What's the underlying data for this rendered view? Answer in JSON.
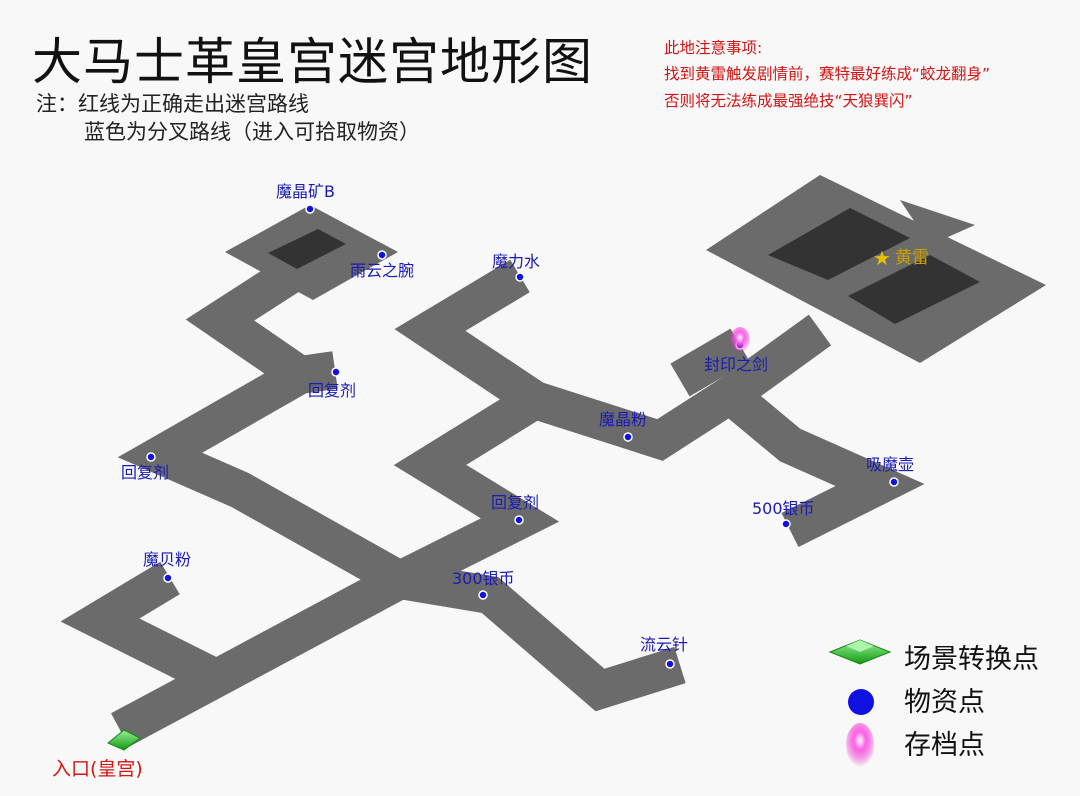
{
  "title": "大马士革皇宫迷宫地形图",
  "notes": [
    "注：红线为正确走出迷宫路线",
    "蓝色为分叉路线（进入可拾取物资）"
  ],
  "warning": [
    "此地注意事项:",
    "找到黄雷触发剧情前，赛特最好练成“蛟龙翻身”",
    "否则将无法练成最强绝技“天狼巽闪”"
  ],
  "labels": {
    "mojing_kuang_b": "魔晶矿B",
    "yuyun_zhi_wan": "雨云之腕",
    "huifuji_1": "回复剂",
    "huifuji_2": "回复剂",
    "huifuji_3": "回复剂",
    "moli_shui": "魔力水",
    "fengyin_zhi_jian": "封印之剑",
    "mojing_fen": "魔晶粉",
    "ximo_hu": "吸魔壶",
    "yinbi_500": "500银币",
    "yinbi_300": "300银币",
    "mobei_fen": "魔贝粉",
    "liuyun_zhen": "流云针",
    "huanglei": "黄雷",
    "entrance": "入口(皇宫)"
  },
  "legend": {
    "scene_point": "场景转换点",
    "item_point": "物资点",
    "save_point": "存档点"
  },
  "colors": {
    "path": "#6b6b6b",
    "room_dark": "#333333",
    "item_dot": "#1010e0",
    "label_blue": "#1a1ab4",
    "warning_red": "#d21414",
    "boss_gold": "#e8c000",
    "scene_green": "#22bb22",
    "save_magenta": "#e020c0"
  }
}
